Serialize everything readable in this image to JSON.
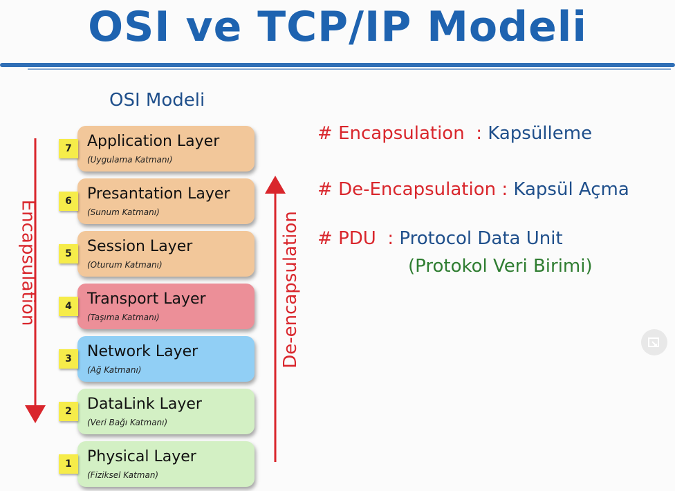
{
  "title": "OSI ve TCP/IP Modeli",
  "osi_title": "OSI Modeli",
  "layers": [
    {
      "num": "7",
      "name": "Application Layer",
      "sub": "(Uygulama Katmanı)",
      "color": "#f2c79a"
    },
    {
      "num": "6",
      "name": "Presantation Layer",
      "sub": "(Sunum Katmanı)",
      "color": "#f2c79a"
    },
    {
      "num": "5",
      "name": "Session Layer",
      "sub": "(Oturum Katmanı)",
      "color": "#f2c79a"
    },
    {
      "num": "4",
      "name": "Transport Layer",
      "sub": "(Taşıma Katmanı)",
      "color": "#ec8f98"
    },
    {
      "num": "3",
      "name": "Network Layer",
      "sub": "(Ağ Katmanı)",
      "color": "#91cff5"
    },
    {
      "num": "2",
      "name": "DataLink Layer",
      "sub": "(Veri Bağı Katmanı)",
      "color": "#d3f0c4"
    },
    {
      "num": "1",
      "name": "Physical Layer",
      "sub": "(Fiziksel Katman)",
      "color": "#d3f0c4"
    }
  ],
  "left_arrow_label": "Encapsulation",
  "right_arrow_label": "De-encapsulation",
  "notes": [
    {
      "hash": "#",
      "term": "Encapsulation",
      "colon": ":",
      "meaning": "Kapsülleme"
    },
    {
      "hash": "#",
      "term": "De-Encapsulation",
      "colon": ":",
      "meaning": "Kapsül Açma"
    },
    {
      "hash": "#",
      "term": "PDU",
      "colon": ":",
      "meaning": "Protocol Data Unit"
    }
  ],
  "pdu_translation": "(Protokol Veri Birimi)",
  "colors": {
    "title": "#1e63b0",
    "accent_red": "#d9262c",
    "text_blue": "#1f4f8b",
    "text_green": "#2f7d31"
  }
}
